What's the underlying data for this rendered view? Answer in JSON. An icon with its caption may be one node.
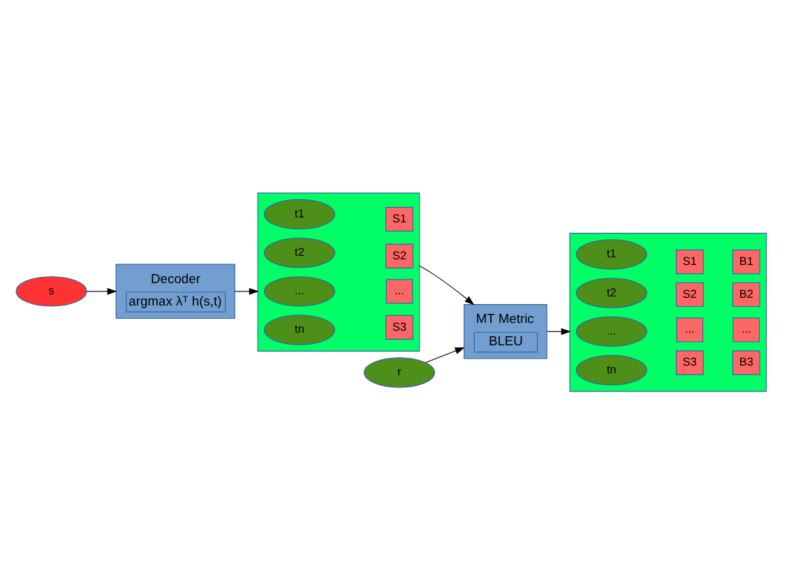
{
  "diagram": {
    "nodes": [
      {
        "text": [
          "s"
        ]
      },
      {
        "text": [
          "Decoder",
          "argmax λᵀ h(s,t)"
        ]
      },
      {
        "text": [],
        "shape": "box"
      },
      {
        "text": [
          "t1"
        ],
        "in": 2
      },
      {
        "text": [
          "S1"
        ],
        "in": 2
      },
      {
        "text": [
          "t2"
        ],
        "in": 2
      },
      {
        "text": [
          "S2"
        ],
        "in": 2
      },
      {
        "text": [
          "..."
        ],
        "in": 2
      },
      {
        "text": [
          "..."
        ],
        "in": 2
      },
      {
        "text": [
          "tn"
        ],
        "in": 2
      },
      {
        "text": [
          "S3"
        ],
        "in": 2
      },
      {
        "text": [
          "r"
        ]
      },
      {
        "text": [
          "MT Metric",
          "BLEU"
        ]
      },
      {
        "text": [],
        "shape": "box"
      },
      {
        "text": [
          "t1"
        ],
        "in": 13
      },
      {
        "text": [
          "S1"
        ],
        "in": 13
      },
      {
        "text": [
          "B1"
        ],
        "in": 13
      },
      {
        "text": [
          "t2"
        ],
        "in": 13
      },
      {
        "text": [
          "S2"
        ],
        "in": 13
      },
      {
        "text": [
          "B2"
        ],
        "in": 13
      },
      {
        "text": [
          "..."
        ],
        "in": 13
      },
      {
        "text": [
          "..."
        ],
        "in": 13
      },
      {
        "text": [
          "..."
        ],
        "in": 13
      },
      {
        "text": [
          "tn"
        ],
        "in": 13
      },
      {
        "text": [
          "S3"
        ],
        "in": 13
      },
      {
        "text": [
          "B3"
        ],
        "in": 13
      }
    ],
    "edges": [
      {
        "from": 0,
        "to": 1,
        "arrow": "to"
      },
      {
        "from": 1,
        "to": 2,
        "arrow": "to"
      },
      {
        "from": 2,
        "to": 12,
        "arrow": "to"
      },
      {
        "from": 11,
        "to": 12,
        "arrow": "to"
      },
      {
        "from": 12,
        "to": 13,
        "arrow": "to"
      }
    ]
  }
}
